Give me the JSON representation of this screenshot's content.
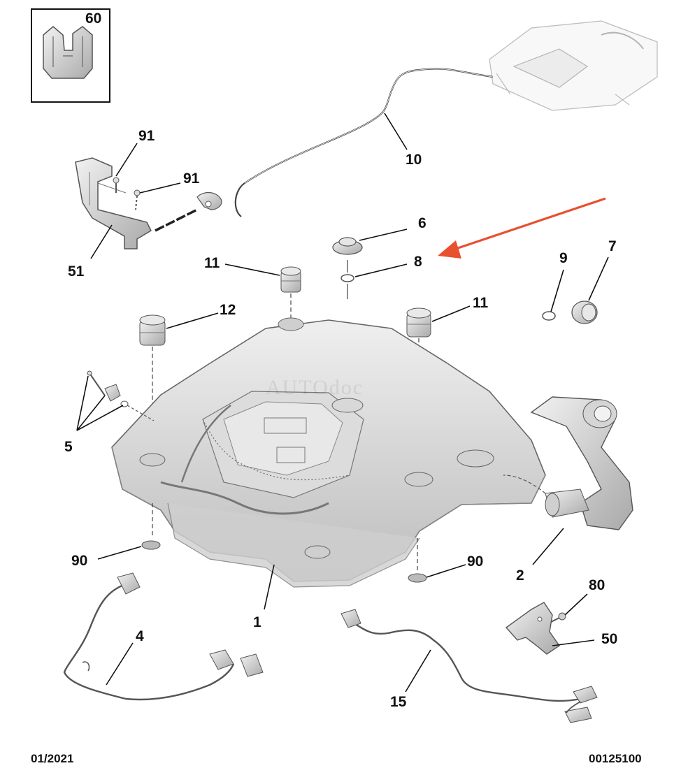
{
  "diagram": {
    "inset_label": "60",
    "callouts": {
      "c91a": "91",
      "c91b": "91",
      "c10": "10",
      "c51": "51",
      "c6": "6",
      "c8": "8",
      "c7": "7",
      "c9": "9",
      "c11a": "11",
      "c12": "12",
      "c11b": "11",
      "c5": "5",
      "c90a": "90",
      "c90b": "90",
      "c2": "2",
      "c1": "1",
      "c80": "80",
      "c50": "50",
      "c4": "4",
      "c15": "15"
    },
    "footer": {
      "date": "01/2021",
      "ref": "00125100"
    },
    "watermark": "AUTOdoc",
    "colors": {
      "line": "#111111",
      "arrow": "#e8502f",
      "part_fill": "#d9d9d9",
      "part_stroke": "#555555"
    }
  }
}
